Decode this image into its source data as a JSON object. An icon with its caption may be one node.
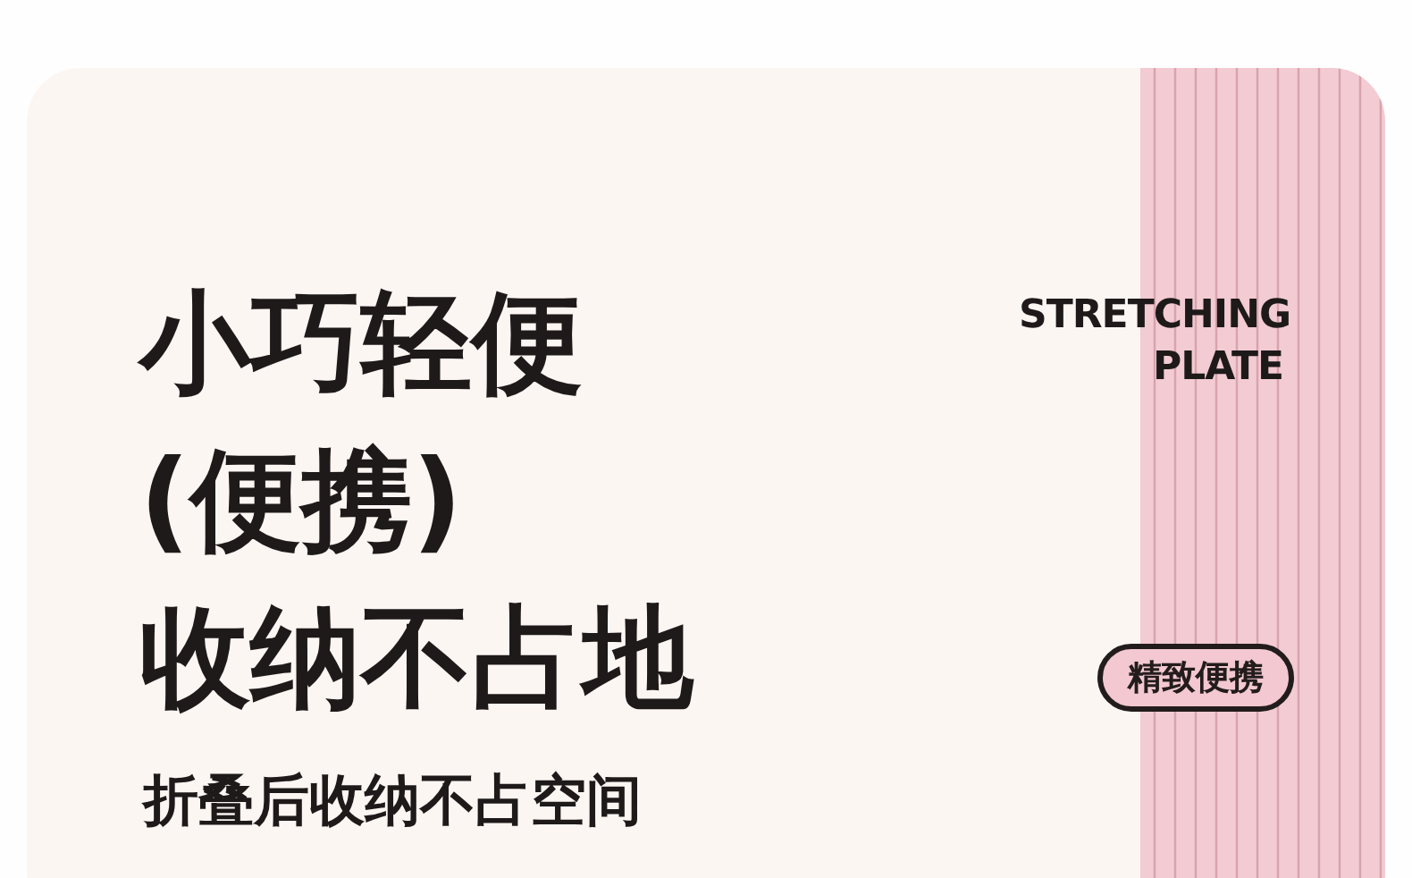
{
  "diagram": {
    "nodes": [
      {
        "text": [
          "精致便携"
        ]
      }
    ],
    "labels": [
      "STRETCHING PLATE",
      "小巧轻便",
      "(便携)",
      "收纳不占地",
      "折叠后收纳不占空间"
    ]
  }
}
